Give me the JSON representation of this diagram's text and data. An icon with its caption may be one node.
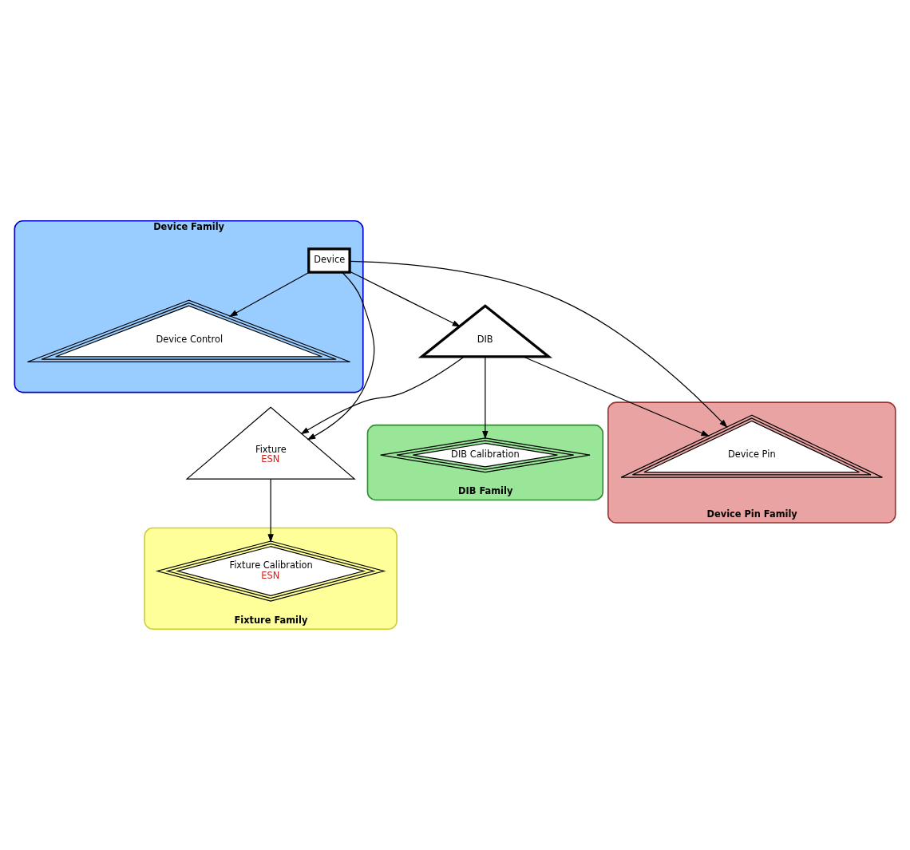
{
  "diagram": {
    "nodes": [
      {
        "text": [
          "Device Family"
        ]
      },
      {
        "text": [
          "Device"
        ],
        "in": 0
      },
      {
        "text": [
          "Device Control"
        ],
        "in": 0
      },
      {
        "text": [
          "Fixture Family"
        ]
      },
      {
        "text": [
          "Fixture",
          "ESN"
        ]
      },
      {
        "text": [
          "Fixture Calibration",
          "ESN"
        ],
        "in": 3
      },
      {
        "text": [
          "DIB Family"
        ]
      },
      {
        "text": [
          "DIB"
        ]
      },
      {
        "text": [
          "DIB Calibration"
        ],
        "in": 6
      },
      {
        "text": [
          "Device Pin Family"
        ]
      },
      {
        "text": [
          "Device Pin"
        ],
        "in": 9
      }
    ],
    "edges": [
      {
        "from": 1,
        "to": 4,
        "arrow": "to"
      },
      {
        "from": 1,
        "to": 2,
        "arrow": "to"
      },
      {
        "from": 1,
        "to": 7,
        "arrow": "to"
      },
      {
        "from": 1,
        "to": 10,
        "arrow": "to"
      },
      {
        "from": 4,
        "to": 5,
        "arrow": "to"
      },
      {
        "from": 7,
        "to": 4,
        "arrow": "to"
      },
      {
        "from": 7,
        "to": 8,
        "arrow": "to"
      },
      {
        "from": 7,
        "to": 10,
        "arrow": "to"
      }
    ]
  }
}
